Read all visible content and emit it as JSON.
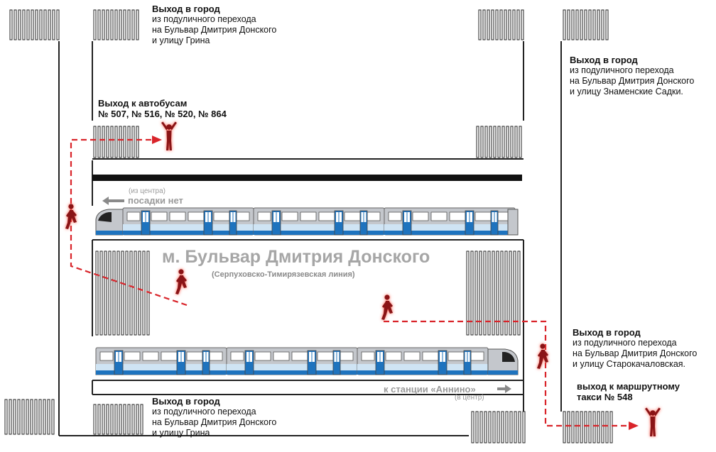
{
  "station": {
    "title": "м. Бульвар Дмитрия Донского",
    "line": "(Серпуховско-Тимирязевская линия)"
  },
  "platform_top": {
    "direction_small": "(из центра)",
    "direction_main": "посадки нет"
  },
  "platform_bottom": {
    "direction_main": "к станции «Аннино»",
    "direction_small": "(в центр)"
  },
  "exits": {
    "top_left": {
      "title": "Выход в город",
      "lines": [
        "из подуличного перехода",
        "на Бульвар Дмитрия Донского",
        "и улицу Грина"
      ]
    },
    "top_right": {
      "title": "Выход в город",
      "lines": [
        "из подуличного перехода",
        "на Бульвар Дмитрия Донского",
        "и улицу Знаменские Садки."
      ]
    },
    "bus": {
      "title": "Выход к автобусам",
      "routes": "№ 507, № 516, № 520, № 864"
    },
    "bottom_left": {
      "title": "Выход в город",
      "lines": [
        "из подуличного перехода",
        "на Бульвар Дмитрия Донского",
        "и улицу Грина"
      ]
    },
    "bottom_right": {
      "title": "Выход в город",
      "lines": [
        "из подуличного перехода",
        "на Бульвар Дмитрия Донского",
        "и улицу Старокачаловская."
      ]
    },
    "taxi": {
      "line1": "выход к маршрутному",
      "line2": "такси № 548"
    }
  },
  "colors": {
    "route": "#d9242a",
    "arrow_gray": "#8a8a8a",
    "train_blue": "#1e73be",
    "train_light": "#cfe4f4",
    "train_gray": "#c4c7cc",
    "figure": "#8a1416"
  }
}
